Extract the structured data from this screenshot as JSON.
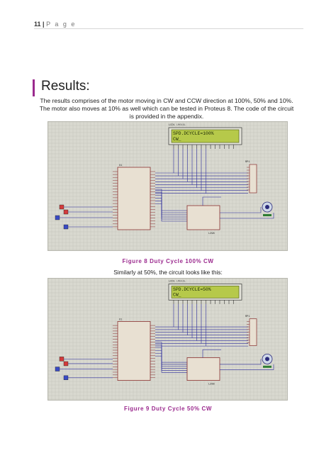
{
  "header": {
    "page_number": "11",
    "separator": "|",
    "page_label": "P a g e"
  },
  "section_title": "Results:",
  "intro": "The results comprises of the motor moving in CW and CCW direction at 100%, 50% and 10%. The motor also moves at 10% as well which can be tested in Proteus 8. The code of the circuit is provided in the appendix.",
  "figures": [
    {
      "lcd_name": "LCD1",
      "lcd_model": "LM016L",
      "lcd_line1": "SPD.DCYCLE=100%",
      "lcd_line2": "CW_",
      "mcu_name": "U1",
      "resistor_pack": "RP1",
      "driver": "L298",
      "caption": "Figure 8 Duty Cycle 100% CW"
    },
    {
      "lcd_name": "LCD1",
      "lcd_model": "LM016L",
      "lcd_line1": "SPD.DCYCLE=50%",
      "lcd_line2": "CW_",
      "mcu_name": "U1",
      "resistor_pack": "RP1",
      "driver": "L298",
      "caption": "Figure 9 Duty Cycle 50% CW"
    }
  ],
  "between_text": "Similarly at 50%, the circuit looks like this:",
  "colors": {
    "accent": "#9b2a8e",
    "lcd_bg": "#b6c94a",
    "wire": "#2a2a9a",
    "grid": "#c5c5bc"
  }
}
